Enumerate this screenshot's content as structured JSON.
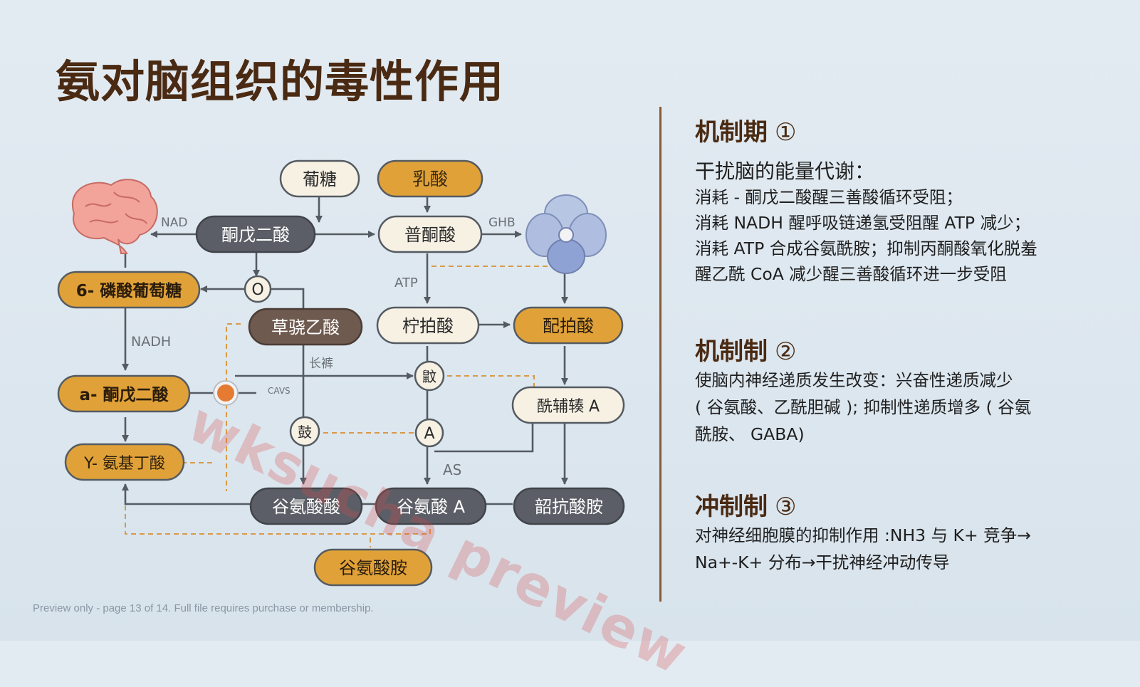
{
  "title": "氨对脑组织的毒性作用",
  "colors": {
    "title": "#4a2a12",
    "node_white": "#f7f1e4",
    "node_gold": "#e0a238",
    "node_dark": "#5b5e66",
    "node_brown": "#6e5a4f",
    "arrow": "#555b62",
    "dashed": "#d89a48",
    "divider": "#8a5a34"
  },
  "diagram": {
    "nodes": {
      "glucose": "葡糖",
      "lactate": "乳酸",
      "ketoglutarate_top": "酮戊二酸",
      "pyruvate": "普酮酸",
      "g6p": "6- 磷酸葡萄糖",
      "oxaloacetate": "草骁乙酸",
      "citrate": "柠拍酸",
      "cofactor": "配拍酸",
      "a_ketoglutarate": "a- 酮戊二酸",
      "acetyl_coa": "酰辅辏 A",
      "gaba": "Y- 氨基丁酸",
      "glutamate_left": "谷氨酸酸",
      "glutamate_a": "谷氨酸 A",
      "amide": "韶抗酸胺",
      "glutamine": "谷氨酸胺",
      "circle_o": "O",
      "circle_mid": "鼤",
      "circle_left": "鼓",
      "circle_a": "A"
    },
    "labels": {
      "nad": "NAD",
      "ghb": "GHB",
      "atp": "ATP",
      "nadh": "NADH",
      "changku": "长裤",
      "cavs": "CAVS",
      "as": "AS"
    }
  },
  "mechanisms": [
    {
      "heading": "机制期",
      "number": "①",
      "subtitle": "干扰脑的能量代谢：",
      "lines": [
        "消耗 - 酮戊二酸醒三善酸循环受阻；",
        "消耗 NADH 醒呼吸链递氢受阻醒 ATP 减少；",
        "消耗 ATP 合成谷氨酰胺；抑制丙酮酸氧化脱羞",
        "醒乙酰 CoA 减少醒三善酸循环进一步受阻"
      ]
    },
    {
      "heading": "机制制",
      "number": "②",
      "lines": [
        "使脑内神经递质发生改变：兴奋性递质减少",
        "( 谷氨酸、乙酰胆碱 ); 抑制性递质增多 ( 谷氨",
        "酰胺、 GABA)"
      ]
    },
    {
      "heading": "冲制制",
      "number": "③",
      "lines": [
        "对神经细胞膜的抑制作用 :NH3 与 K+ 竞争→",
        "Na+-K+ 分布→干扰神经冲动传导"
      ]
    }
  ],
  "footer": "Preview only - page 13 of 14. Full file requires purchase or membership.",
  "watermark": "wksucha preview"
}
